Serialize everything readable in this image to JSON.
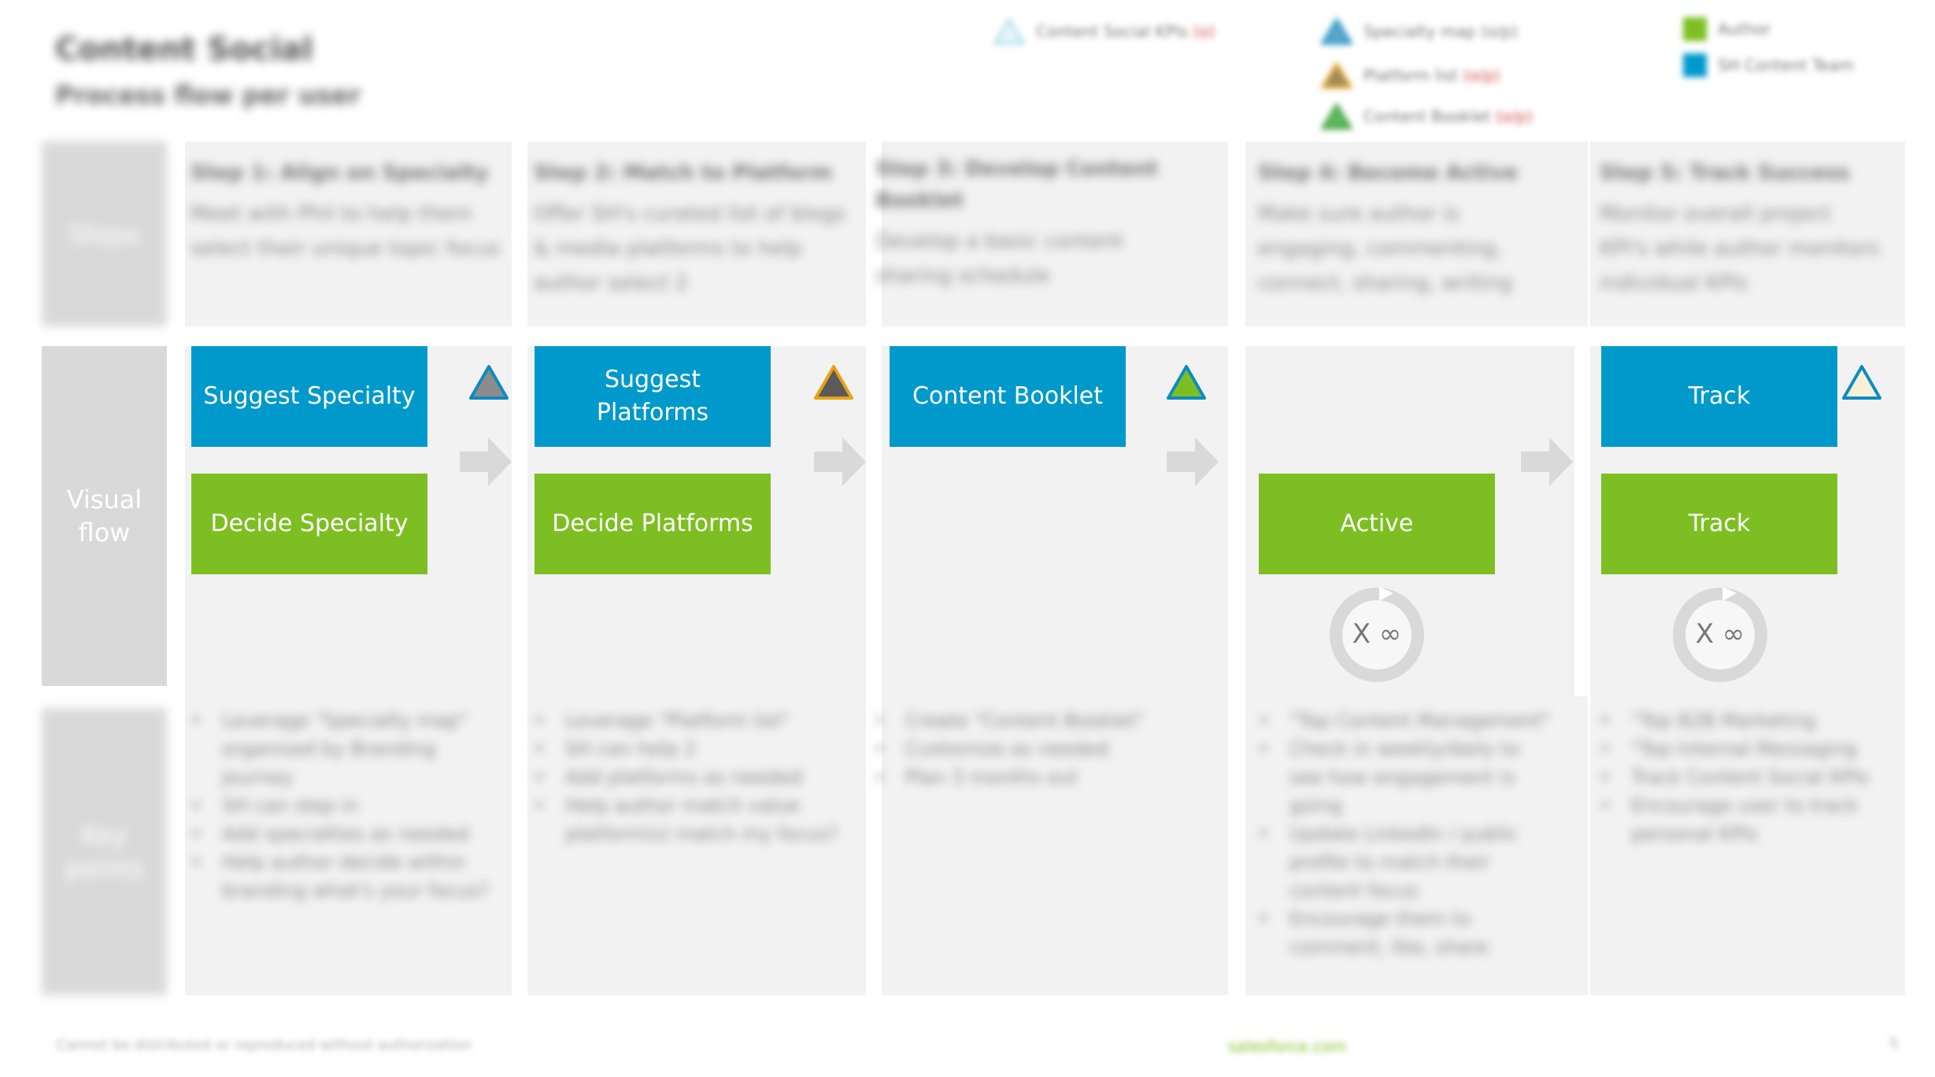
{
  "header": {
    "title": "Content Social",
    "subtitle": "Process flow per user"
  },
  "legend": {
    "items": [
      {
        "icon": "triangle-outline-icon",
        "text": "Content Social KPIs",
        "suffix": "(o)",
        "color": "#bfe6f0"
      },
      {
        "icon": "triangle-blue-icon",
        "text": "Specialty map (o/p)",
        "suffix": "",
        "color": "#0b8cc1"
      },
      {
        "icon": "triangle-orange-icon",
        "text": "Platform list",
        "suffix": "(o/p)",
        "color": "#e8a317"
      },
      {
        "icon": "triangle-green-icon",
        "text": "Content Booklet",
        "suffix": "(o/p)",
        "color": "#5cb85c"
      },
      {
        "icon": "square-green-icon",
        "text": "Author",
        "suffix": "",
        "color": "#7dbf22"
      },
      {
        "icon": "square-blue-icon",
        "text": "SH Content Team",
        "suffix": "",
        "color": "#0099cc"
      }
    ]
  },
  "row_labels": {
    "steps": "Steps",
    "visual_flow": "Visual flow",
    "key_points": "Key points"
  },
  "steps": [
    {
      "heading": "Step 1: Align on Specialty",
      "description": "Meet with Phil to help them select their unique topic focus",
      "boxes": [
        "Suggest Specialty",
        "Decide Specialty"
      ],
      "bullets": [
        "Leverage \"Specialty map\" organised by Branding Journey",
        "SH can step in",
        "Add specialties as needed",
        "Help author decide within branding what's your focus?"
      ]
    },
    {
      "heading": "Step 2: Match to Platform",
      "description": "Offer SH's curated list of blogs & media platforms to help author select 2",
      "boxes": [
        "Suggest Platforms",
        "Decide Platforms"
      ],
      "bullets": [
        "Leverage \"Platform list\"",
        "SH can help 2",
        "Add platforms as needed",
        "Help author match value platform(s) match my focus?"
      ]
    },
    {
      "heading": "Step 3: Develop Content Booklet",
      "description": "Develop a basic content sharing schedule",
      "boxes": [
        "Content Booklet"
      ],
      "bullets": [
        "Create \"Content Booklet\"",
        "Customize as needed",
        "Plan 3 months out"
      ]
    },
    {
      "heading": "Step 4: Become Active",
      "description": "Make sure author is engaging, commenting, connect, sharing, writing",
      "boxes": [
        "Active"
      ],
      "loop_label": "X ∞",
      "bullets": [
        "\"Top Content Management\"",
        "Check in weekly/daily to see how engagement is going",
        "Update LinkedIn / public profile to match their content focus",
        "Encourage them to comment, like, share"
      ]
    },
    {
      "heading": "Step 5: Track Success",
      "description": "Monitor overall project KPI's while author monitors individual KPIs",
      "boxes": [
        "Track",
        "Track"
      ],
      "loop_label": "X ∞",
      "bullets": [
        "\"Top B2B Marketing",
        "\"Top Internal Messaging",
        "Track Content Social KPIs",
        "Encourage user to track personal KPIs"
      ]
    }
  ],
  "footer": {
    "left": "Cannot be distributed or reproduced without authorization",
    "middle": "salesforce.com",
    "page": "5"
  }
}
